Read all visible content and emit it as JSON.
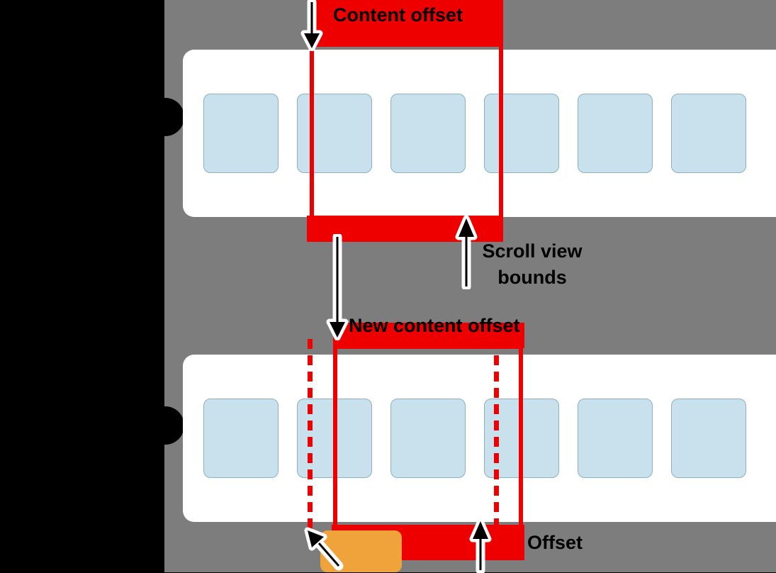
{
  "figure": {
    "colors": {
      "page_background": "#000000",
      "panel_background": "#7d7d7d",
      "annotation_red": "#ee0000",
      "callout_orange": "#f1a33b",
      "item_blue": "#c8e1ec",
      "content_white": "#ffffff"
    },
    "labels": {
      "content_offset": "Content offset",
      "new_content_offset": "New content offset",
      "bounds_line1": "Scroll view",
      "bounds_line2": "bounds",
      "offset": "Offset"
    },
    "strips": [
      {
        "name": "scroll-content-before",
        "item_count": 6
      },
      {
        "name": "scroll-content-after",
        "item_count": 6
      }
    ],
    "icons": {
      "down_arrow": "down-arrow-icon",
      "up_arrow": "up-arrow-icon",
      "diagonal_arrow": "diagonal-arrow-icon"
    }
  }
}
